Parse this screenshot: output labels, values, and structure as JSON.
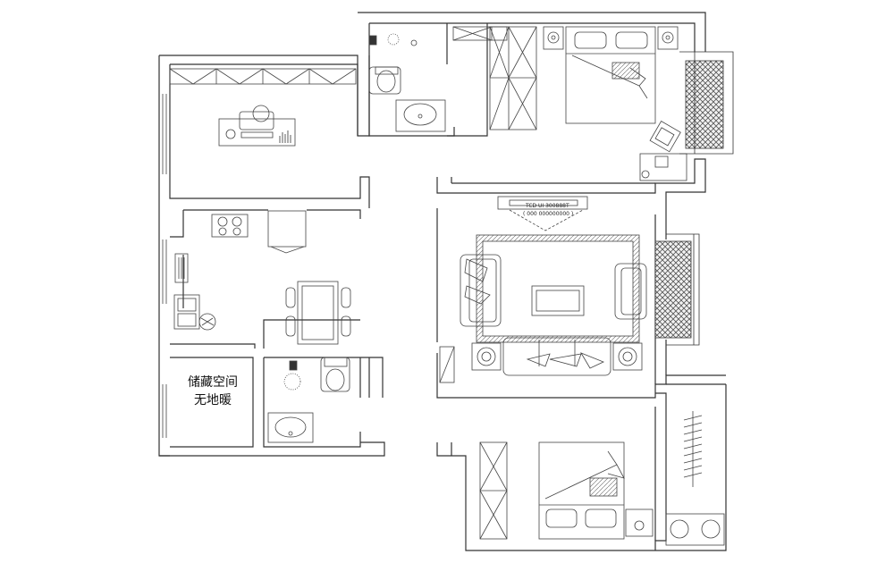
{
  "rooms": {
    "storage": {
      "name_line1": "储藏空间",
      "name_line2": "无地暖"
    }
  },
  "living_room": {
    "tv_label": "TCD UI 300888T",
    "tv_sub": "( 000 000000000 )"
  },
  "colors": {
    "wall_stroke": "#333333",
    "furniture_stroke": "#444444",
    "balcony_hatch": "#555555",
    "background": "#ffffff"
  }
}
